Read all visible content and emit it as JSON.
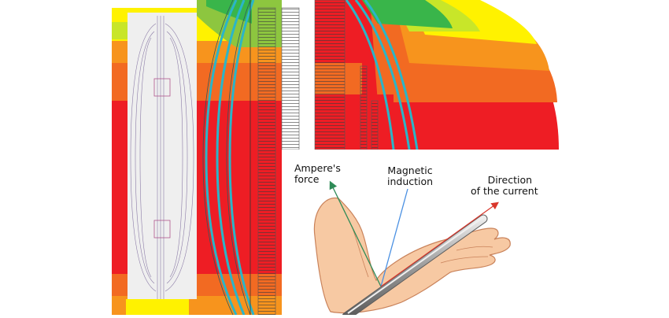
{
  "illustration": {
    "labels": {
      "ampere_force": [
        "Ampere's",
        "force"
      ],
      "magnetic_induction": [
        "Magnetic",
        "induction"
      ],
      "current_direction": [
        "Direction",
        "of the current"
      ]
    },
    "colors": {
      "band_colors": [
        "#ee1d24",
        "#f26a22",
        "#f7941d",
        "#fff200",
        "#c8e629",
        "#39b54a",
        "#00c0d6"
      ],
      "force_arrow": "#2e8b57",
      "induction_line": "#4a90e2",
      "current_arrow": "#d9362b",
      "hand_fill": "#f7c9a3",
      "hand_outline": "#c9825a",
      "wire": "#a9a9a9"
    }
  }
}
